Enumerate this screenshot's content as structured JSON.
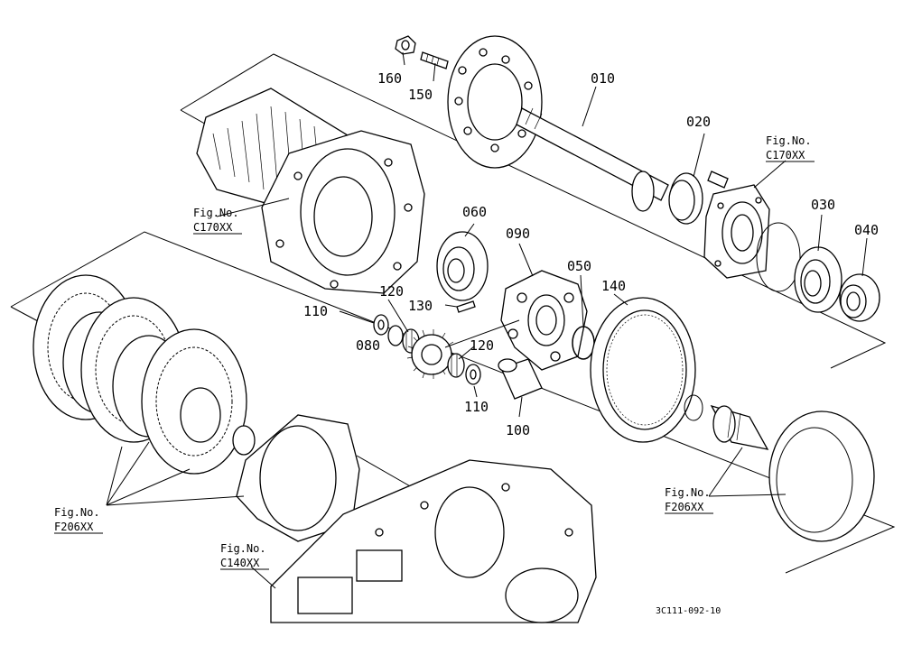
{
  "drawing_code": "3C111-092-10",
  "parts": [
    {
      "id": "p010",
      "number": "010"
    },
    {
      "id": "p020",
      "number": "020"
    },
    {
      "id": "p030",
      "number": "030"
    },
    {
      "id": "p040",
      "number": "040"
    },
    {
      "id": "p050",
      "number": "050"
    },
    {
      "id": "p060",
      "number": "060"
    },
    {
      "id": "p080",
      "number": "080"
    },
    {
      "id": "p090",
      "number": "090"
    },
    {
      "id": "p100",
      "number": "100"
    },
    {
      "id": "p110a",
      "number": "110"
    },
    {
      "id": "p110b",
      "number": "110"
    },
    {
      "id": "p120a",
      "number": "120"
    },
    {
      "id": "p120b",
      "number": "120"
    },
    {
      "id": "p130",
      "number": "130"
    },
    {
      "id": "p140",
      "number": "140"
    },
    {
      "id": "p150",
      "number": "150"
    },
    {
      "id": "p160",
      "number": "160"
    }
  ],
  "figure_refs": [
    {
      "id": "ref_c170_top",
      "prefix": "Fig.No.",
      "code": "C170XX"
    },
    {
      "id": "ref_c170_left",
      "prefix": "Fig.No.",
      "code": "C170XX"
    },
    {
      "id": "ref_f206_left",
      "prefix": "Fig.No.",
      "code": "F206XX"
    },
    {
      "id": "ref_c140",
      "prefix": "Fig.No.",
      "code": "C140XX"
    },
    {
      "id": "ref_f206_right",
      "prefix": "Fig.No.",
      "code": "F206XX"
    }
  ]
}
